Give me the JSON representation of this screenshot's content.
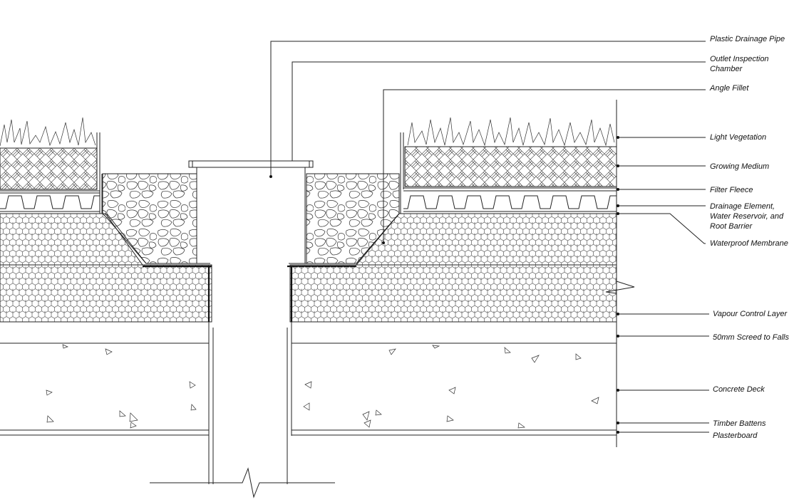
{
  "labels": {
    "plastic_drainage_pipe": "Plastic Drainage Pipe",
    "outlet_chamber_1": "Outlet Inspection",
    "outlet_chamber_2": "Chamber",
    "angle_fillet": "Angle Fillet",
    "light_vegetation": "Light Vegetation",
    "growing_medium": "Growing Medium",
    "filter_fleece": "Filter Fleece",
    "drainage_element_1": "Drainage Element,",
    "drainage_element_2": "Water Reservoir, and",
    "drainage_element_3": "Root Barrier",
    "waterproof_membrane": "Waterproof Membrane",
    "vapour_control_layer": "Vapour Control Layer",
    "screed": "50mm Screed to Falls",
    "concrete_deck": "Concrete Deck",
    "timber_battens": "Timber Battens",
    "plasterboard": "Plasterboard"
  },
  "colors": {
    "line": "#222222",
    "background": "#ffffff"
  }
}
